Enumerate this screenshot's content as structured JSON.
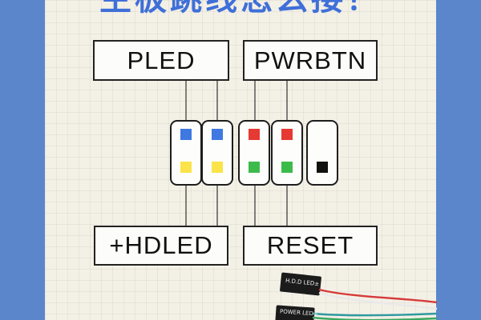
{
  "title": "主板跳线怎么接？",
  "labels": {
    "pled": "PLED",
    "pwrbtn": "PWRBTN",
    "hdled": "+HDLED",
    "reset": "RESET"
  },
  "pins": [
    {
      "top": "#3f78e0",
      "bottom": "#fbe34a"
    },
    {
      "top": "#3f78e0",
      "bottom": "#fbe34a"
    },
    {
      "top": "#e53a33",
      "bottom": "#3dbb4a"
    },
    {
      "top": "#e53a33",
      "bottom": "#3dbb4a"
    },
    {
      "top": null,
      "bottom": "#111111"
    }
  ],
  "cable_labels": {
    "hdd": "H.D.D LED±",
    "power": "POWER LED+"
  },
  "colors": {
    "frame": "#5b86cc",
    "title": "#3f6fd8",
    "cable_red": "#d63a3a",
    "cable_teal": "#2e9aa0",
    "cable_green": "#3aa860"
  }
}
